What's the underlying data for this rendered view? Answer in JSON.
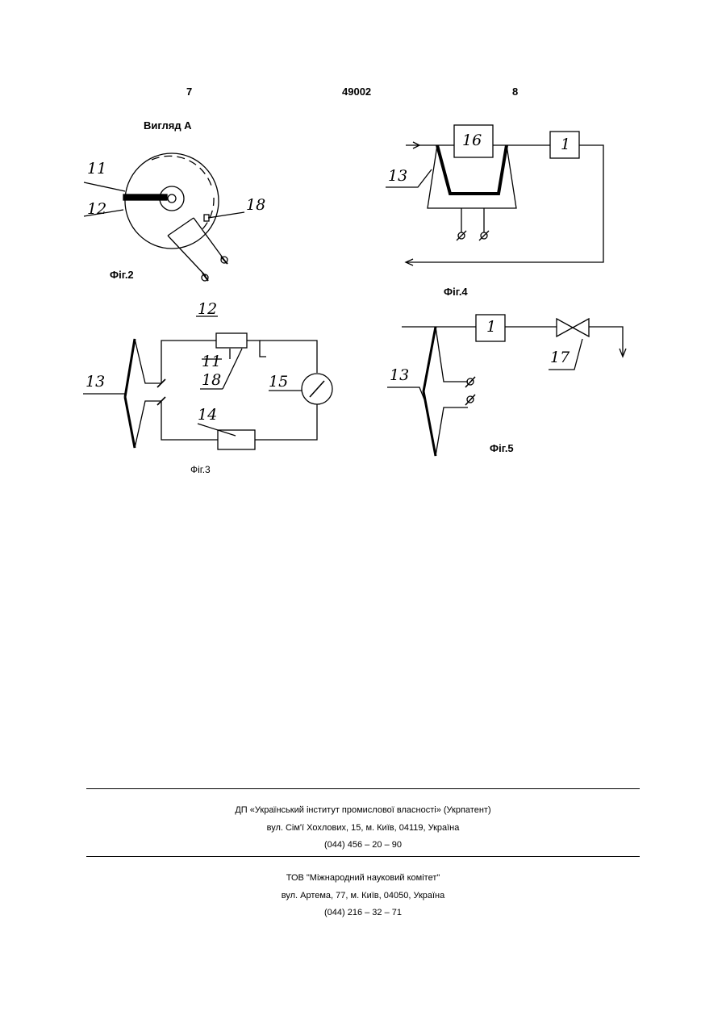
{
  "header": {
    "left_page": "7",
    "patent_number": "49002",
    "right_page": "8"
  },
  "fig2": {
    "view_label": "Вигляд А",
    "caption": "Фіг.2",
    "labels": {
      "n11": "11",
      "n12": "12",
      "n18": "18"
    }
  },
  "fig3": {
    "caption": "Фіг.3",
    "labels": {
      "n12": "12",
      "n11": "11",
      "n18": "18",
      "n13": "13",
      "n15": "15",
      "n14": "14"
    }
  },
  "fig4": {
    "caption": "Фіг.4",
    "labels": {
      "n16": "16",
      "n1": "1",
      "n13": "13"
    }
  },
  "fig5": {
    "caption": "Фіг.5",
    "labels": {
      "n1": "1",
      "n13": "13",
      "n17": "17"
    }
  },
  "footer": {
    "org1_name": "ДП «Український інститут промислової власності» (Укрпатент)",
    "org1_address": "вул. Сім'ї Хохлових, 15, м. Київ, 04119, Україна",
    "org1_phone": "(044) 456 – 20 – 90",
    "org2_name": "ТОВ \"Міжнародний науковий комітет\"",
    "org2_address": "вул. Артема, 77, м. Київ, 04050, Україна",
    "org2_phone": "(044) 216 – 32 – 71"
  }
}
